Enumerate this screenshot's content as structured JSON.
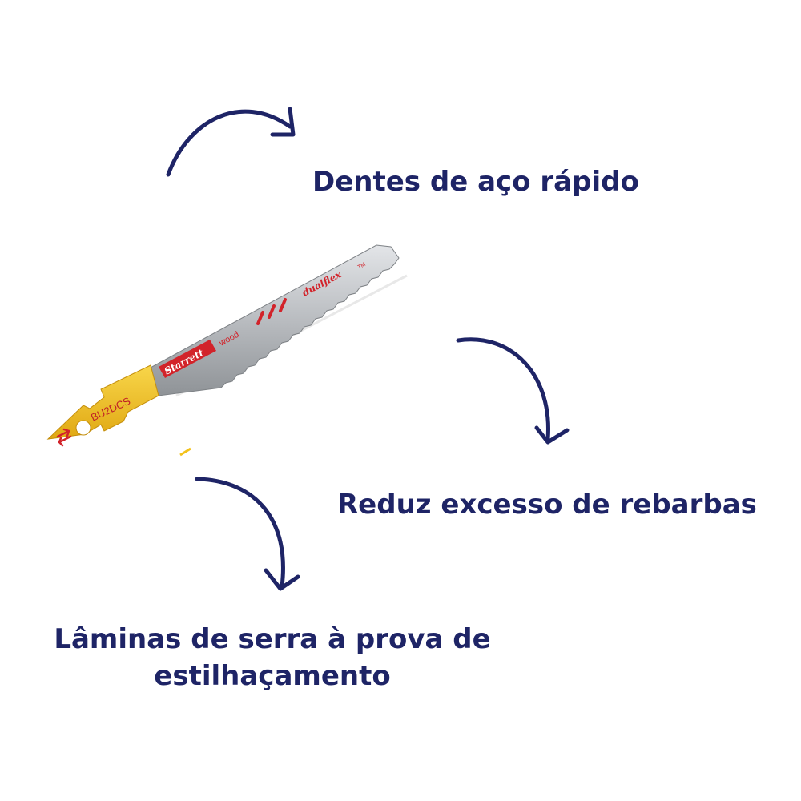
{
  "colors": {
    "navy": "#1e2466",
    "blade_red": "#d2232a",
    "shank_yellow": "#f3c21b",
    "steel": "#b9bcc0"
  },
  "features": {
    "teeth": "Dentes de aço rápido",
    "burr": "Reduz excesso de rebarbas",
    "shatter_line1": "Lâminas de serra à prova de",
    "shatter_line2": "estilhaçamento"
  },
  "blade": {
    "model_code": "BU2DCS",
    "brand": "Starrett",
    "material": "wood",
    "product_line": "dualflex",
    "trademark": "TM"
  },
  "icons": [
    "arrow-icon",
    "arrow-icon",
    "arrow-icon",
    "direction-arrows-icon"
  ]
}
